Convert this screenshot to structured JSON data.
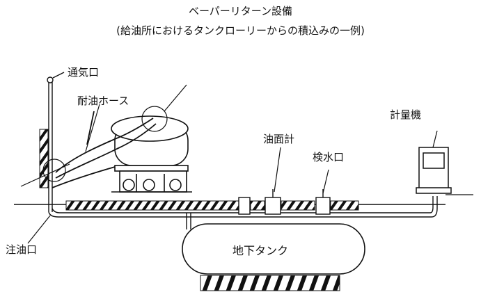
{
  "title": "ベーパーリターン設備",
  "subtitle": "(給油所におけるタンクローリーからの積込みの一例)",
  "labels": {
    "vent": "通気口",
    "hose": "耐油ホース",
    "oil_gauge": "油面計",
    "water_check": "検水口",
    "meter": "計量機",
    "fill_port": "注油口",
    "underground_tank": "地下タンク"
  }
}
